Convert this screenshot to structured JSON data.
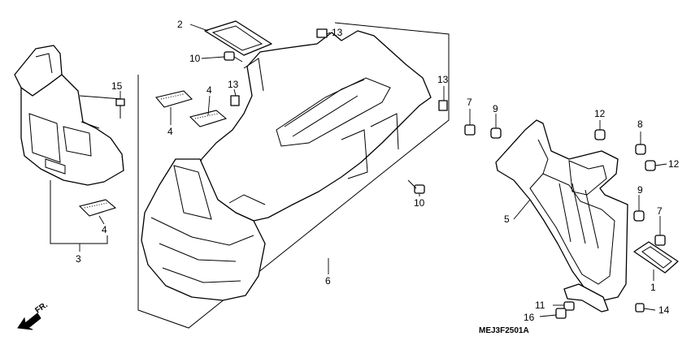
{
  "diagram_code": "MEJ3F2501A",
  "direction_marker": "FR.",
  "callouts": {
    "c1": "1",
    "c2": "2",
    "c3": "3",
    "c4a": "4",
    "c4b": "4",
    "c4c": "4",
    "c5": "5",
    "c6": "6",
    "c7a": "7",
    "c7b": "7",
    "c8": "8",
    "c9a": "9",
    "c9b": "9",
    "c10a": "10",
    "c10b": "10",
    "c11": "11",
    "c12a": "12",
    "c12b": "12",
    "c13a": "13",
    "c13b": "13",
    "c13c": "13",
    "c14": "14",
    "c15": "15",
    "c16": "16"
  }
}
